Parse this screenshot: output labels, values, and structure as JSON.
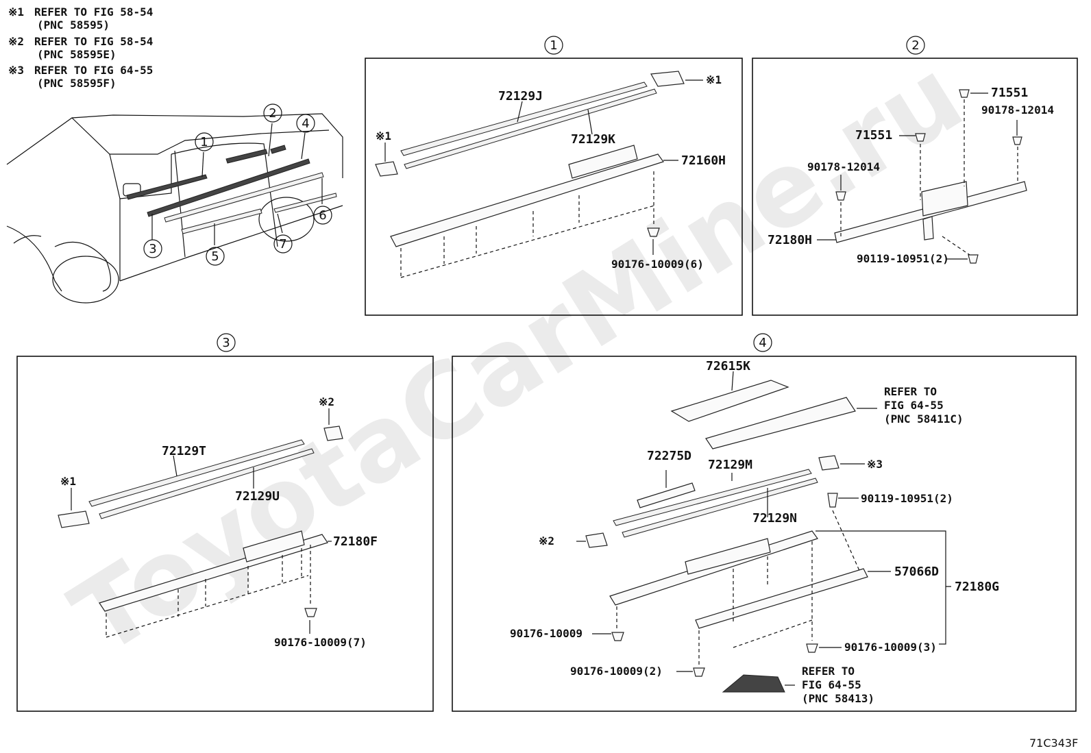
{
  "watermark": "ToyotaCarMine.ru",
  "notes": [
    {
      "mark": "※1",
      "line1": "REFER TO FIG 58-54",
      "line2": "(PNC 58595)"
    },
    {
      "mark": "※2",
      "line1": "REFER TO FIG 58-54",
      "line2": "(PNC 58595E)"
    },
    {
      "mark": "※3",
      "line1": "REFER TO FIG 64-55",
      "line2": "(PNC 58595F)"
    }
  ],
  "overview_callouts": [
    "1",
    "2",
    "3",
    "4",
    "5",
    "6",
    "7"
  ],
  "panel1": {
    "number": "1",
    "labels": {
      "a": "72129J",
      "b": "72129K",
      "c": "72160H",
      "clip": "90176-10009(6)",
      "ref": "※1",
      "ref2": "※1"
    }
  },
  "panel2": {
    "number": "2",
    "labels": {
      "a": "71551",
      "b": "90178-12014",
      "c": "71551",
      "d": "90178-12014",
      "e": "72180H",
      "f": "90119-10951(2)"
    }
  },
  "panel3": {
    "number": "3",
    "labels": {
      "a": "72129T",
      "b": "72129U",
      "c": "72180F",
      "clip": "90176-10009(7)",
      "ref1": "※1",
      "ref2": "※2"
    }
  },
  "panel4": {
    "number": "4",
    "labels": {
      "a": "72615K",
      "refer1_l1": "REFER TO",
      "refer1_l2": "FIG 64-55",
      "refer1_l3": "(PNC 58411C)",
      "b": "72275D",
      "c": "72129M",
      "ref3": "※3",
      "d": "90119-10951(2)",
      "e": "72129N",
      "ref2": "※2",
      "f": "57066D",
      "g": "72180G",
      "h": "90176-10009",
      "i": "90176-10009(3)",
      "j": "90176-10009(2)",
      "refer2_l1": "REFER TO",
      "refer2_l2": "FIG 64-55",
      "refer2_l3": "(PNC 58413)"
    }
  },
  "figure_code": "71C343F"
}
